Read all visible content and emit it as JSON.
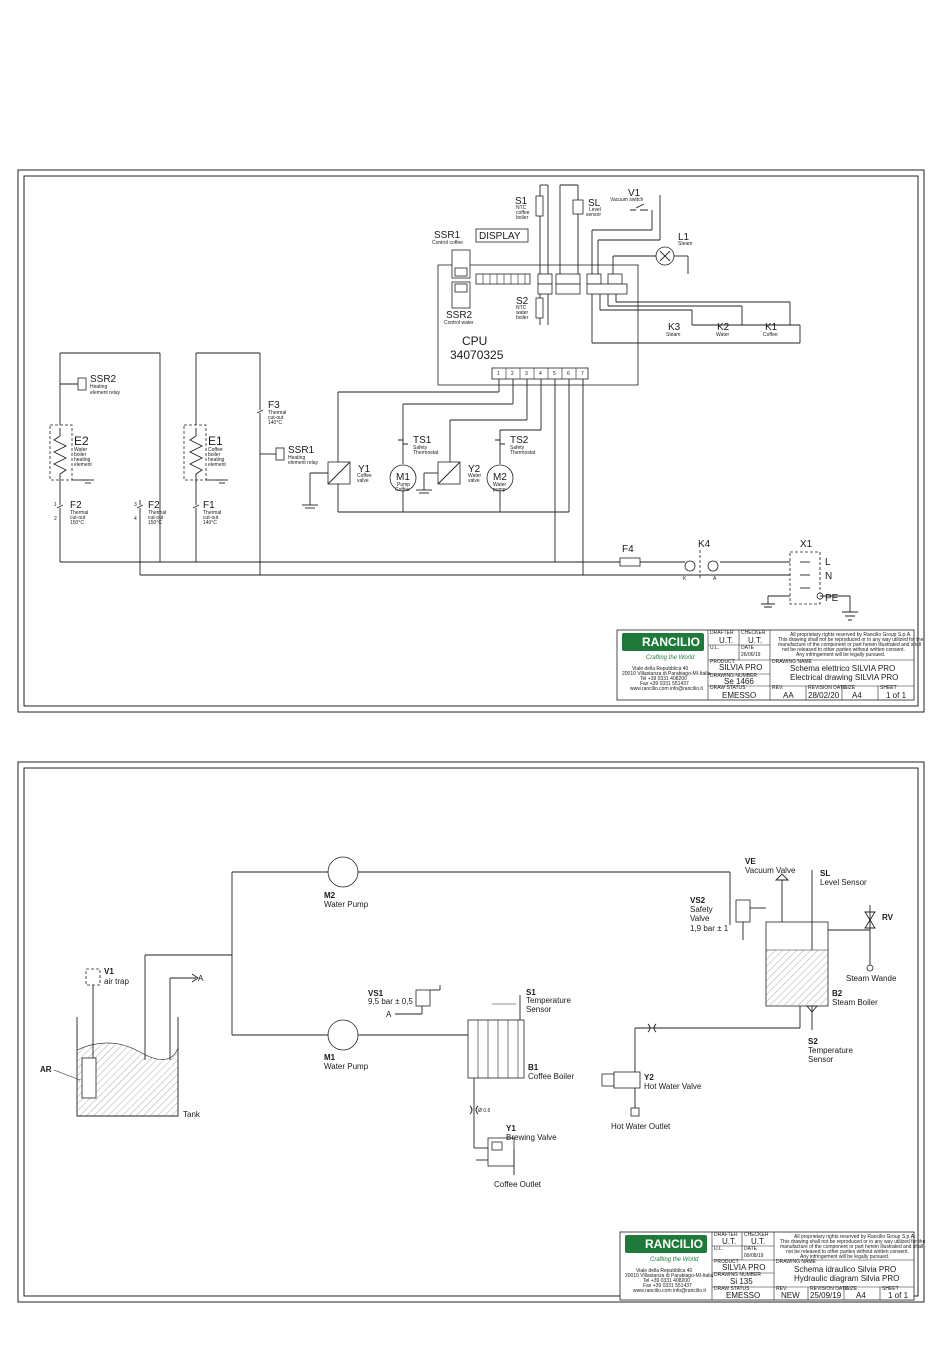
{
  "electrical": {
    "components": {
      "S1": {
        "id": "S1",
        "desc": [
          "NTC",
          "coffee",
          "boiler"
        ]
      },
      "SL": {
        "id": "SL",
        "desc": [
          "Level",
          "sensor"
        ]
      },
      "V1": {
        "id": "V1",
        "desc": [
          "Vacuum switch"
        ]
      },
      "L1": {
        "id": "L1",
        "desc": [
          "Steam"
        ]
      },
      "SSR1_top": {
        "id": "SSR1",
        "desc": [
          "Control coffee"
        ]
      },
      "display": "DISPLAY",
      "SSR2_top": {
        "id": "SSR2",
        "desc": [
          "Control water"
        ]
      },
      "S2": {
        "id": "S2",
        "desc": [
          "NTC",
          "water",
          "boiler"
        ]
      },
      "cpu": {
        "id": "CPU",
        "code": "34070325"
      },
      "K3": {
        "id": "K3",
        "desc": "Steam"
      },
      "K2": {
        "id": "K2",
        "desc": "Water"
      },
      "K1": {
        "id": "K1",
        "desc": "Coffee"
      },
      "SSR2_left": {
        "id": "SSR2",
        "desc": [
          "Heating",
          "element relay"
        ]
      },
      "F3": {
        "id": "F3",
        "desc": [
          "Thermal",
          "cut-out",
          "140°C"
        ]
      },
      "E2": {
        "id": "E2",
        "desc": [
          "Water",
          "boiler",
          "heating",
          "element"
        ]
      },
      "E1": {
        "id": "E1",
        "desc": [
          "Coffee",
          "boiler",
          "heating",
          "element"
        ]
      },
      "SSR1_mid": {
        "id": "SSR1",
        "desc": [
          "Heating",
          "element relay"
        ]
      },
      "TS1": {
        "id": "TS1",
        "desc": [
          "Safety",
          "Thermostat"
        ]
      },
      "TS2": {
        "id": "TS2",
        "desc": [
          "Safety",
          "Thermostat"
        ]
      },
      "Y1": {
        "id": "Y1",
        "desc": [
          "Coffee",
          "valve"
        ]
      },
      "M1": {
        "id": "M1",
        "desc": [
          "Pump",
          "Coffee"
        ]
      },
      "Y2": {
        "id": "Y2",
        "desc": [
          "Water",
          "valve"
        ]
      },
      "M2": {
        "id": "M2",
        "desc": [
          "Water",
          "pump"
        ]
      },
      "F2a": {
        "id": "F2",
        "desc": [
          "Thermal",
          "cut-out",
          "150°C"
        ]
      },
      "F2b": {
        "id": "F2",
        "desc": [
          "Thermal",
          "cut-out",
          "150°C"
        ]
      },
      "F1": {
        "id": "F1",
        "desc": [
          "Thermal",
          "cut-out",
          "140°C"
        ]
      },
      "F4": {
        "id": "F4"
      },
      "K4": {
        "id": "K4"
      },
      "X1": {
        "id": "X1",
        "terminals": [
          "L",
          "N",
          "PE"
        ]
      }
    },
    "cpu_pins": [
      "1",
      "2",
      "3",
      "4",
      "5",
      "6",
      "7"
    ],
    "pin_marks": {
      "p1": "1",
      "p2": "2",
      "p3": "3",
      "p4": "4"
    },
    "k4_marks": {
      "a": "K",
      "b": "A"
    },
    "title_block": {
      "drafter_label": "DRAFTER",
      "checker_label": "CHECKER",
      "drafter": "U.T.",
      "checker": "U.T.",
      "date_label": "DATE",
      "date": "26/06/19",
      "ul_label": "U.L.",
      "product_label": "PRODUCT",
      "product": "SILVIA PRO",
      "drawing_no_label": "DRAWING NUMBER",
      "drawing_no": "Se 1466",
      "drawing_name_label": "DRAWING NAME",
      "title_it": "Schema elettrico SILVIA PRO",
      "title_en": "Electrical drawing SILVIA PRO",
      "status_label": "DRAW STATUS",
      "status": "EMESSO",
      "rev_label": "REV.",
      "rev": "AA",
      "rev_date_label": "REVISION DATE",
      "rev_date": "28/02/20",
      "size_label": "SIZE",
      "size": "A4",
      "sheet_label": "SHEET",
      "sheet": "1 of 1",
      "notice": [
        "All proprietary rights reserved by Rancilio Group S.p.A.",
        "This drawing shall not be reproduced or in any way utilized for the",
        "manufacture of the component or part herein illustrated and shall",
        "not be released to other parties without written consent.",
        "Any infringement will be legally pursued."
      ],
      "address": [
        "Viale della Repubblica 40",
        "20010 Villastanza di Parabiago-MI-Italia",
        "Tel +39 0331 408200",
        "Fax +39 0331 551437",
        "www.rancilio.com     info@rancilio.it"
      ]
    }
  },
  "hydraulic": {
    "components": {
      "VE": {
        "id": "VE",
        "desc": [
          "Vacuum Valve"
        ]
      },
      "SL": {
        "id": "SL",
        "desc": [
          "Level Sensor"
        ]
      },
      "VS2": {
        "id": "VS2",
        "desc": [
          "Safety",
          "Valve",
          "1,9 bar ± 1"
        ]
      },
      "RV": {
        "id": "RV"
      },
      "steam_wand": "Steam Wande",
      "B2": {
        "id": "B2",
        "desc": [
          "Steam Boiler"
        ]
      },
      "S2": {
        "id": "S2",
        "desc": [
          "Temperature",
          "Sensor"
        ]
      },
      "M2": {
        "id": "M2",
        "desc": [
          "Water Pump"
        ]
      },
      "M1": {
        "id": "M1",
        "desc": [
          "Water Pump"
        ]
      },
      "V1": {
        "id": "V1",
        "desc": [
          "air trap"
        ]
      },
      "A_right": "A",
      "A_left": "A",
      "VS1": {
        "id": "VS1",
        "desc": [
          "9,5 bar ± 0,5"
        ]
      },
      "S1": {
        "id": "S1",
        "desc": [
          "Temperature",
          "Sensor"
        ]
      },
      "B1": {
        "id": "B1",
        "desc": [
          "Coffee Boiler"
        ]
      },
      "AR": {
        "id": "AR"
      },
      "tank": "Tank",
      "nozzle": "Ø 0.6",
      "Y1": {
        "id": "Y1",
        "desc": [
          "Brewing Valve"
        ]
      },
      "coffee_outlet": "Coffee Outlet",
      "Y2": {
        "id": "Y2",
        "desc": [
          "Hot Water Valve"
        ]
      },
      "hot_water_outlet": "Hot Water Outlet"
    },
    "title_block": {
      "drafter_label": "DRAFTER",
      "checker_label": "CHECKER",
      "drafter": "U.T.",
      "checker": "U.T.",
      "date_label": "DATE",
      "date": "09/08/19",
      "ul_label": "U.L.",
      "product_label": "PRODUCT",
      "product": "SILVIA PRO",
      "drawing_no_label": "DRAWING NUMBER",
      "drawing_no": "Si 135",
      "drawing_name_label": "DRAWING NAME",
      "title_it": "Schema idraulico Silvia PRO",
      "title_en": "Hydraulic diagram Silvia PRO",
      "status_label": "DRAW STATUS",
      "status": "EMESSO",
      "rev_label": "REV.",
      "rev": "NEW",
      "rev_date_label": "REVISION DATE",
      "rev_date": "25/09/19",
      "size_label": "SIZE",
      "size": "A4",
      "sheet_label": "SHEET",
      "sheet": "1 of 1",
      "notice": [
        "All proprietary rights reserved by Rancilio Group S.p.A.",
        "This drawing shall not be reproduced or in any way utilized for the",
        "manufacture of the component or part herein illustrated and shall",
        "not be released to other parties without written consent.",
        "Any infringement will be legally pursued."
      ],
      "address": [
        "Viale della Repubblica 40",
        "20010 Villastanza di Parabiago-MI-Italia",
        "Tel +39 0331 408200",
        "Fax +39 0331 551437",
        "www.rancilio.com     info@rancilio.it"
      ]
    }
  },
  "brand": {
    "name": "RANCILIO",
    "tagline": "Crafting the World",
    "color": "#1f7a3a"
  }
}
